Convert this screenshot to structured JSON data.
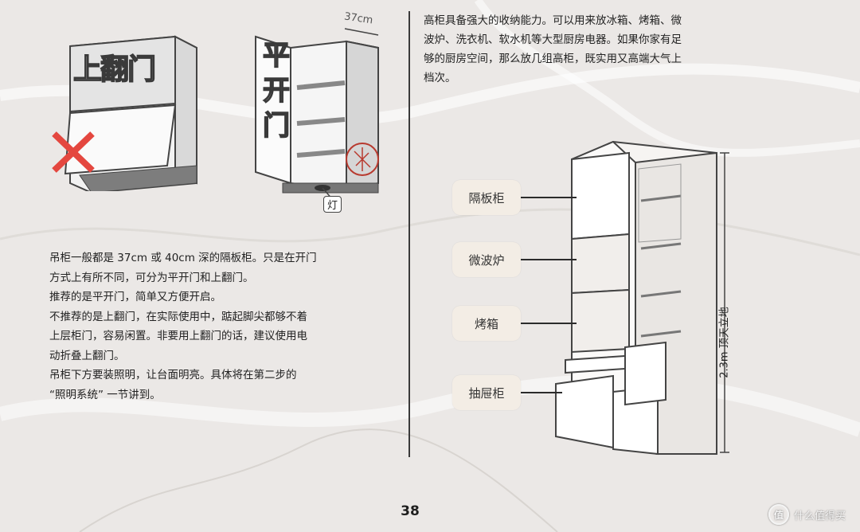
{
  "left_text": {
    "lines": [
      "吊柜一般都是 37cm 或 40cm 深的隔板柜。只是在开门",
      "方式上有所不同，可分为平开门和上翻门。",
      "推荐的是平开门，简单又方便开启。",
      "不推荐的是上翻门，在实际使用中，踮起脚尖都够不着",
      "上层柜门，容易闲置。非要用上翻门的话，建议使用电",
      "动折叠上翻门。",
      "吊柜下方要装照明，让台面明亮。具体将在第二步的",
      "“照明系统” 一节讲到。"
    ]
  },
  "right_text": {
    "lines": [
      "高柜具备强大的收纳能力。可以用来放冰箱、烤箱、微",
      "波炉、洗衣机、软水机等大型厨房电器。如果你家有足",
      "够的厨房空间，那么放几组高柜，既实用又高端大气上",
      "档次。"
    ]
  },
  "illustration_left": {
    "flip_door_label": "上翻门",
    "swing_door_label": "平开门",
    "depth_label": "37cm",
    "light_label": "灯"
  },
  "tall_cabinet": {
    "tags": [
      "隔板柜",
      "微波炉",
      "烤箱",
      "抽屉柜"
    ],
    "dimension": "2.3m 顶天立地"
  },
  "page_number": "38",
  "watermark": {
    "icon": "值",
    "text": "什么值得买"
  }
}
